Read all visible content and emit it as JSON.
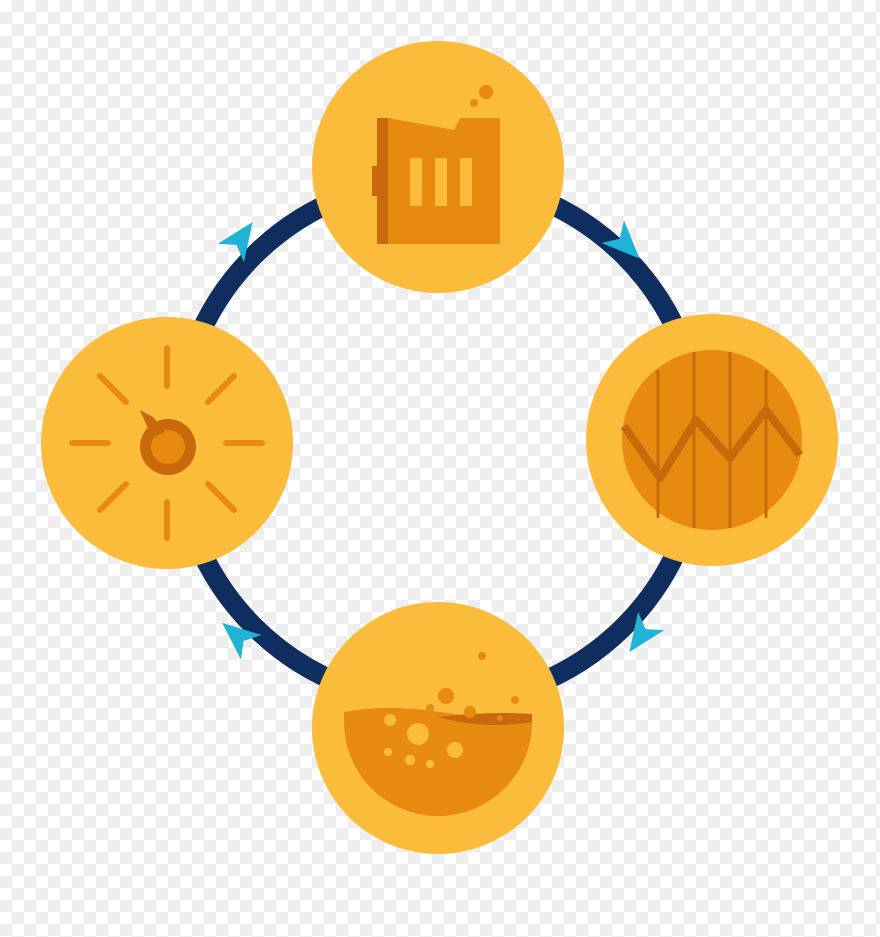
{
  "diagram": {
    "type": "cycle",
    "direction": "clockwise",
    "nodes": [
      {
        "id": "factory",
        "icon": "factory-icon"
      },
      {
        "id": "market-chart",
        "icon": "zigzag-chart-icon"
      },
      {
        "id": "liquid",
        "icon": "bubbling-liquid-icon"
      },
      {
        "id": "gauge",
        "icon": "gauge-dial-icon"
      }
    ],
    "edges": [
      {
        "from": "factory",
        "to": "market-chart"
      },
      {
        "from": "market-chart",
        "to": "liquid"
      },
      {
        "from": "liquid",
        "to": "gauge"
      },
      {
        "from": "gauge",
        "to": "factory"
      }
    ]
  },
  "colors": {
    "ring": "#0f2d5e",
    "arrow": "#1fb3d6",
    "node_fill": "#fbbc3c",
    "icon_main": "#e88a0f",
    "icon_dark": "#c86a0c"
  }
}
